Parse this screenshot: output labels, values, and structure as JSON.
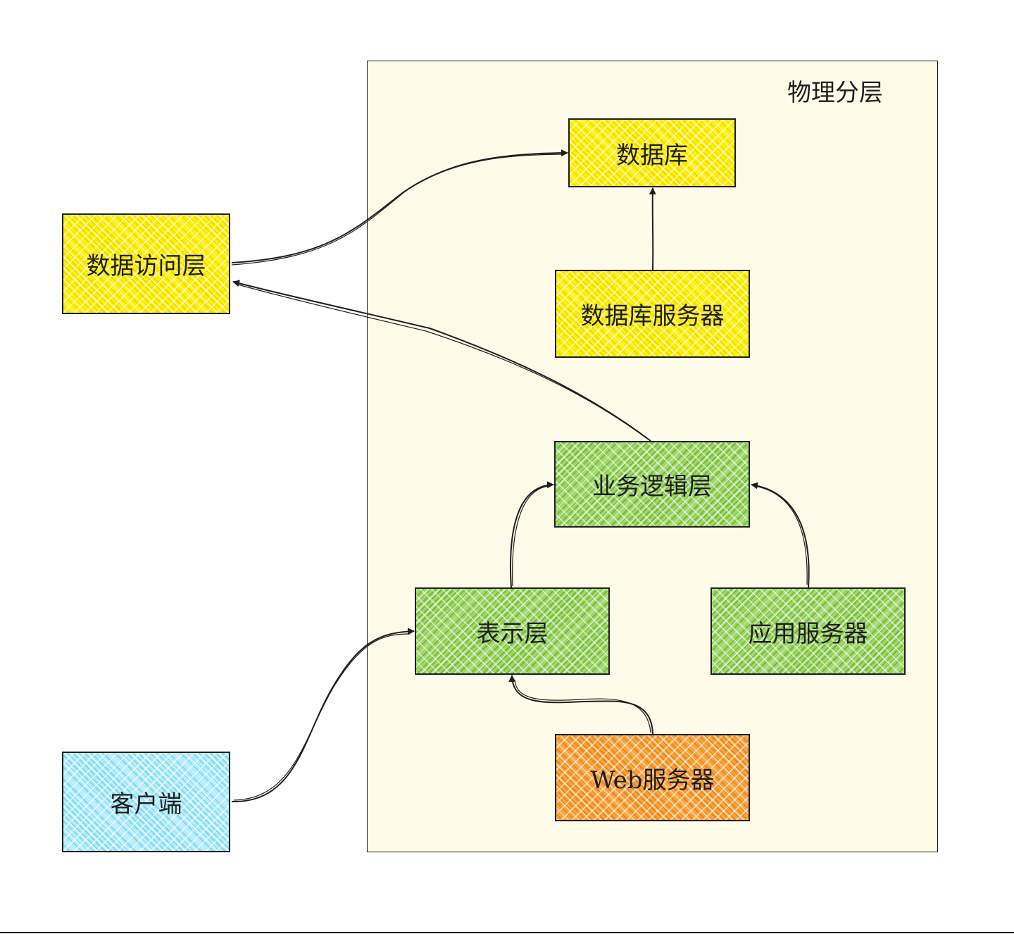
{
  "container": {
    "title": "物理分层",
    "background": "#fefce8"
  },
  "nodes": {
    "database": {
      "label": "数据库",
      "color": "#fff200"
    },
    "db_server": {
      "label": "数据库服务器",
      "color": "#fff200"
    },
    "data_access": {
      "label": "数据访问层",
      "color": "#fff200"
    },
    "business_logic": {
      "label": "业务逻辑层",
      "color": "#9ed866"
    },
    "presentation": {
      "label": "表示层",
      "color": "#9ed866"
    },
    "app_server": {
      "label": "应用服务器",
      "color": "#9ed866"
    },
    "web_server": {
      "label": "Web服务器",
      "color": "#f9a43a"
    },
    "client": {
      "label": "客户端",
      "color": "#b8ecfa"
    }
  },
  "edges": [
    {
      "from": "data_access",
      "to": "database"
    },
    {
      "from": "db_server",
      "to": "database"
    },
    {
      "from": "business_logic",
      "to": "data_access"
    },
    {
      "from": "presentation",
      "to": "business_logic"
    },
    {
      "from": "app_server",
      "to": "business_logic"
    },
    {
      "from": "web_server",
      "to": "presentation"
    },
    {
      "from": "client",
      "to": "presentation"
    }
  ]
}
